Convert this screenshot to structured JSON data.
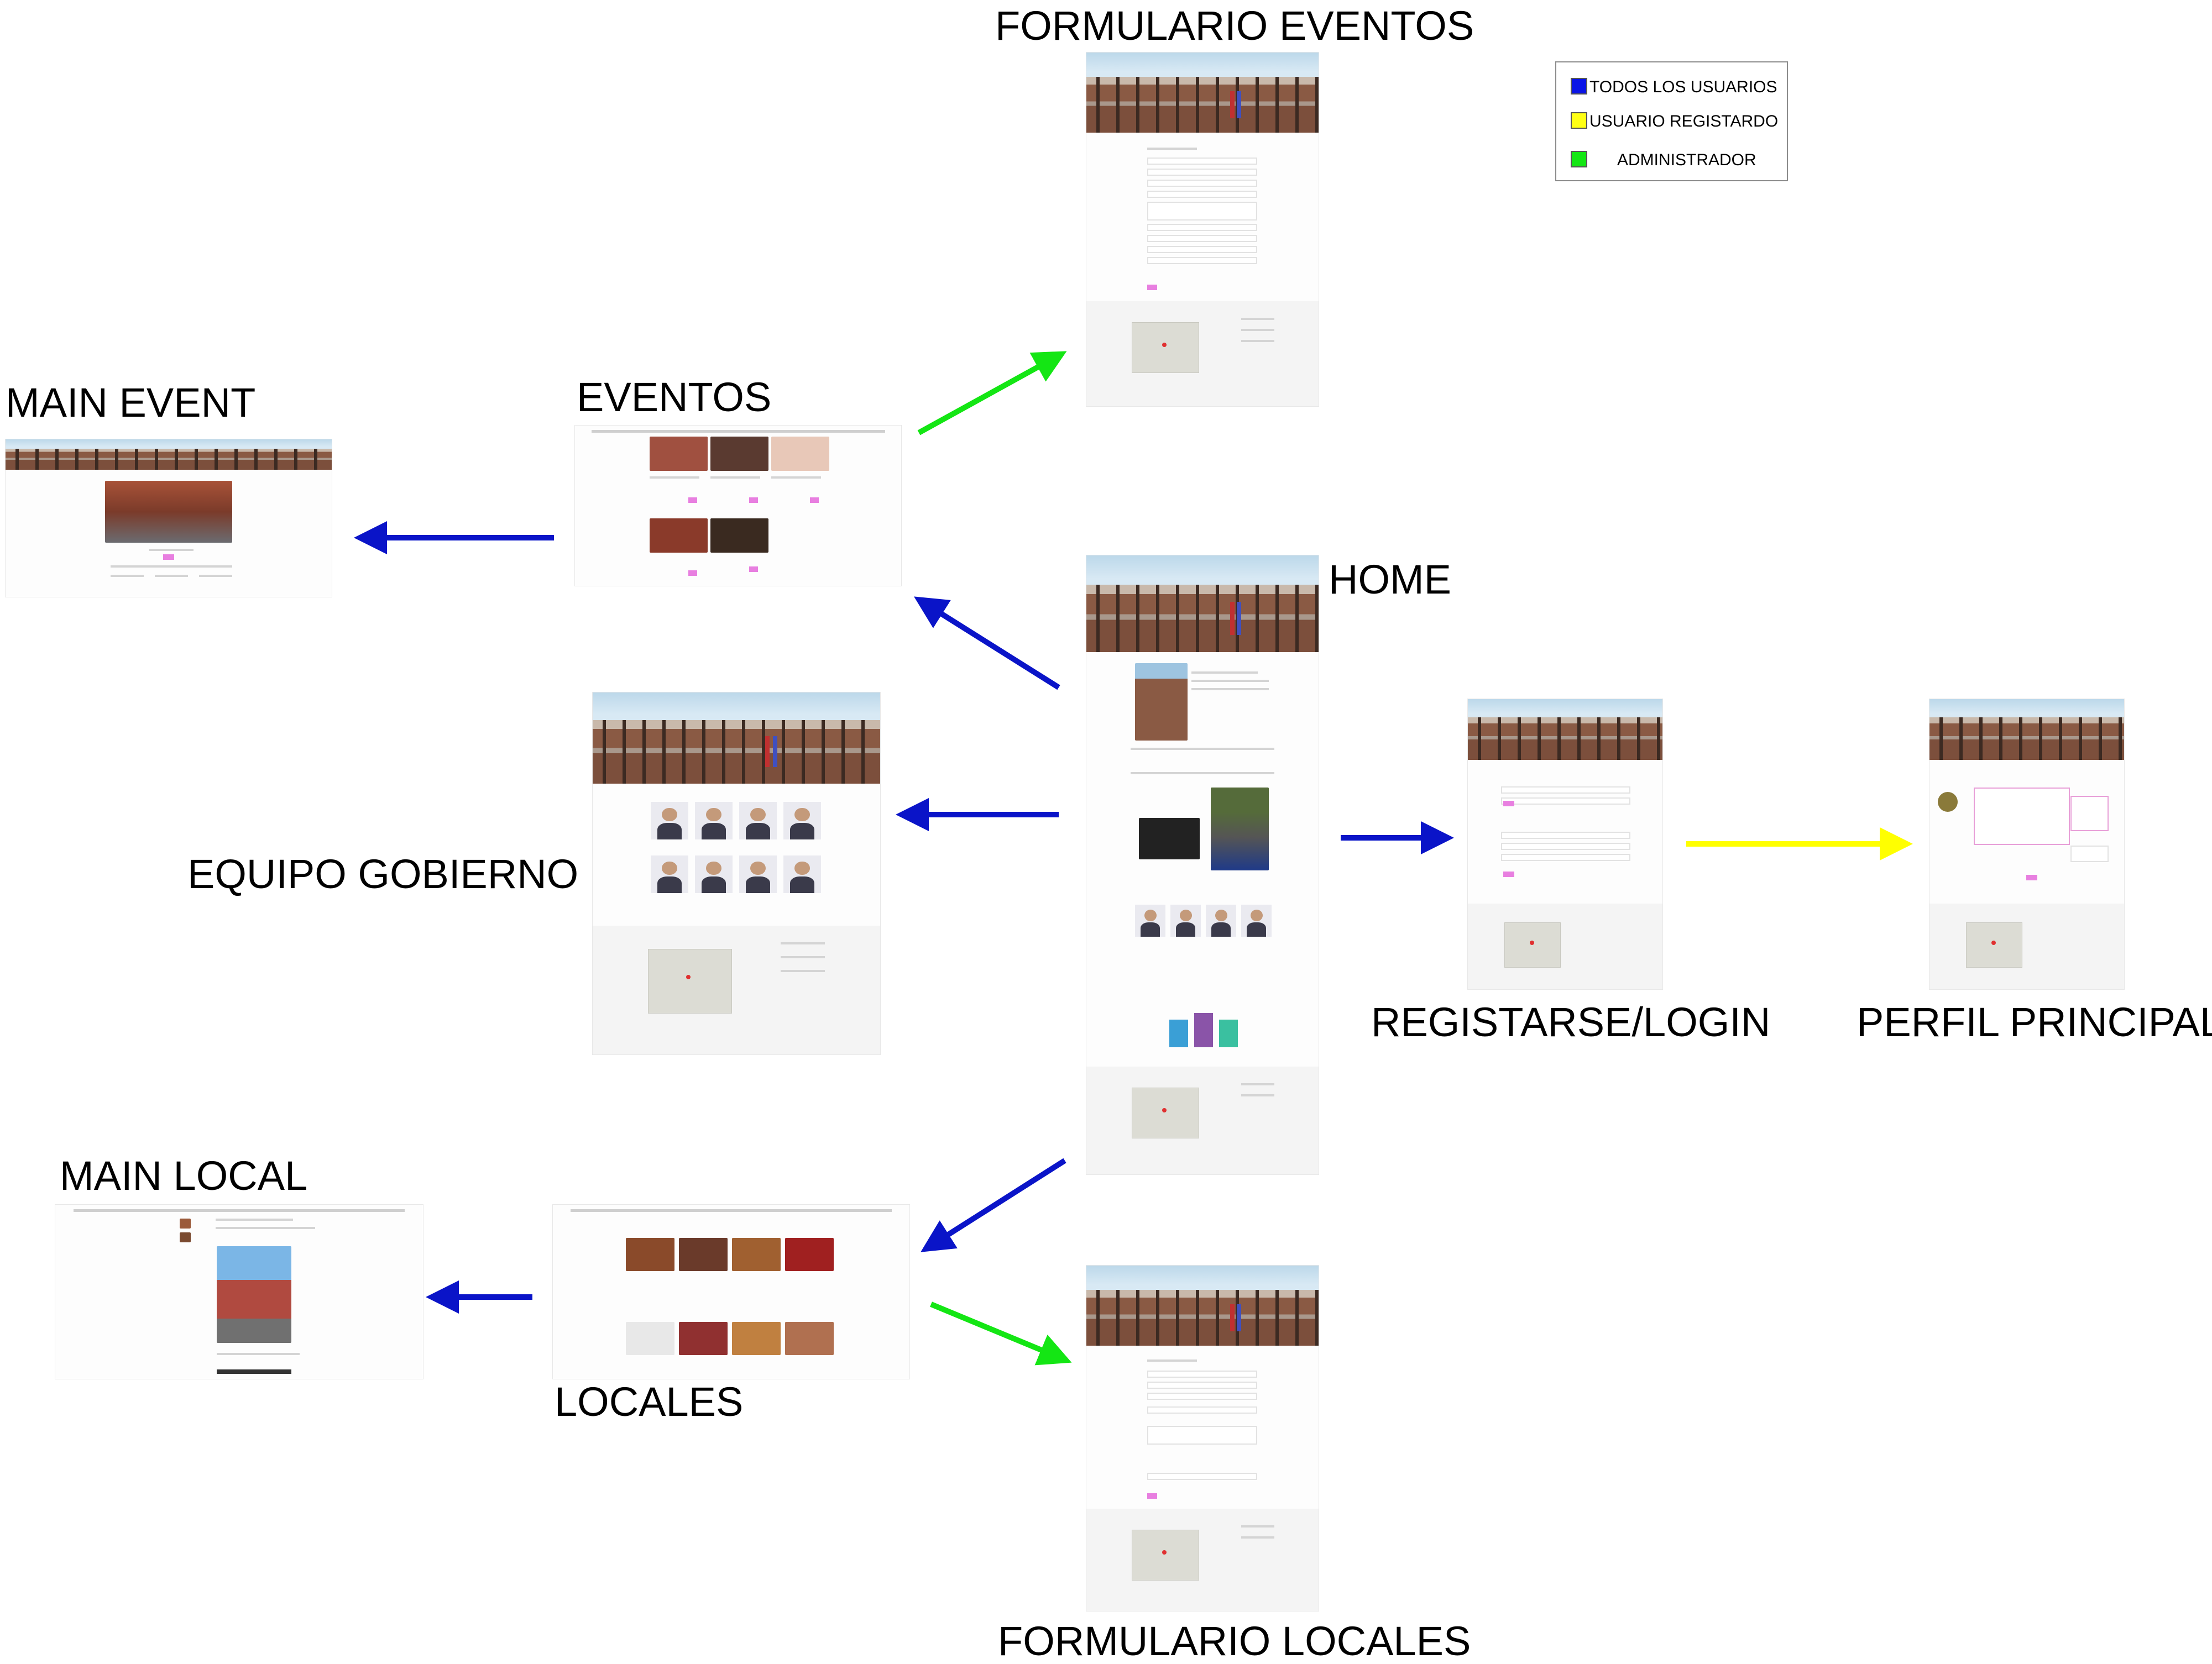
{
  "labels": {
    "formulario_eventos": "FORMULARIO EVENTOS",
    "main_event": "MAIN EVENT",
    "eventos": "EVENTOS",
    "home": "HOME",
    "equipo_gobierno": "EQUIPO GOBIERNO",
    "registrarse_login": "REGISTARSE/LOGIN",
    "perfil_principal": "PERFIL PRINCIPAL",
    "main_local": "MAIN LOCAL",
    "locales": "LOCALES",
    "formulario_locales": "FORMULARIO LOCALES"
  },
  "legend": {
    "items": [
      {
        "label": "TODOS LOS USUARIOS",
        "color": "#0a14e6"
      },
      {
        "label": "USUARIO REGISTARDO",
        "color": "#ffff14"
      },
      {
        "label": "ADMINISTRADOR",
        "color": "#14e614"
      }
    ]
  },
  "arrow_colors": {
    "all_users": "#0a14c8",
    "registered_user": "#ffff00",
    "administrator": "#14e614"
  },
  "edges": [
    {
      "from": "eventos",
      "to": "formulario_eventos",
      "role": "administrator"
    },
    {
      "from": "eventos",
      "to": "main_event",
      "role": "all_users"
    },
    {
      "from": "home",
      "to": "eventos",
      "role": "all_users"
    },
    {
      "from": "home",
      "to": "equipo_gobierno",
      "role": "all_users"
    },
    {
      "from": "home",
      "to": "registrarse_login",
      "role": "all_users"
    },
    {
      "from": "registrarse_login",
      "to": "perfil_principal",
      "role": "registered_user"
    },
    {
      "from": "home",
      "to": "locales",
      "role": "all_users"
    },
    {
      "from": "locales",
      "to": "main_local",
      "role": "all_users"
    },
    {
      "from": "locales",
      "to": "formulario_locales",
      "role": "administrator"
    }
  ]
}
